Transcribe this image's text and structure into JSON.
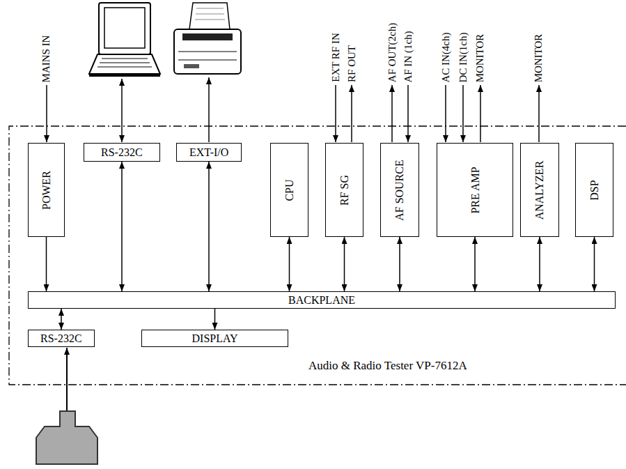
{
  "diagram": {
    "nodes": [
      {
        "text": [
          "Audio & Radio Tester VP-7612A"
        ]
      },
      {
        "text": [
          "POWER"
        ],
        "in": 0
      },
      {
        "text": [
          "RS-232C"
        ],
        "in": 0
      },
      {
        "text": [
          "EXT-I/O"
        ],
        "in": 0
      },
      {
        "text": [
          "CPU"
        ],
        "in": 0
      },
      {
        "text": [
          "RF SG"
        ],
        "in": 0
      },
      {
        "text": [
          "AF SOURCE"
        ],
        "in": 0
      },
      {
        "text": [
          "PRE AMP"
        ],
        "in": 0
      },
      {
        "text": [
          "ANALYZER"
        ],
        "in": 0
      },
      {
        "text": [
          "DSP"
        ],
        "in": 0
      },
      {
        "text": [
          "BACKPLANE"
        ],
        "in": 0
      },
      {
        "text": [
          "RS-232C"
        ],
        "in": 0
      },
      {
        "text": [
          "DISPLAY"
        ],
        "in": 0
      }
    ],
    "edges": [
      {
        "from": 1,
        "to": 10,
        "arrow": "to"
      },
      {
        "from": 2,
        "to": 10,
        "arrow": "both"
      },
      {
        "from": 3,
        "to": 10,
        "arrow": "both"
      },
      {
        "from": 4,
        "to": 10,
        "arrow": "both"
      },
      {
        "from": 5,
        "to": 10,
        "arrow": "both"
      },
      {
        "from": 6,
        "to": 10,
        "arrow": "both"
      },
      {
        "from": 7,
        "to": 10,
        "arrow": "both"
      },
      {
        "from": 8,
        "to": 10,
        "arrow": "both"
      },
      {
        "from": 9,
        "to": 10,
        "arrow": "both"
      },
      {
        "from": 10,
        "to": 12,
        "arrow": "to"
      },
      {
        "from": 11,
        "to": 10,
        "arrow": "both"
      }
    ],
    "labels": [
      "MAINS IN",
      "EXT RF IN",
      "RF OUT",
      "AF OUT(2ch)",
      "AF IN (1ch)",
      "AC IN(4ch)",
      "DC IN(1ch)",
      "MONITOR",
      "MONITOR"
    ]
  }
}
